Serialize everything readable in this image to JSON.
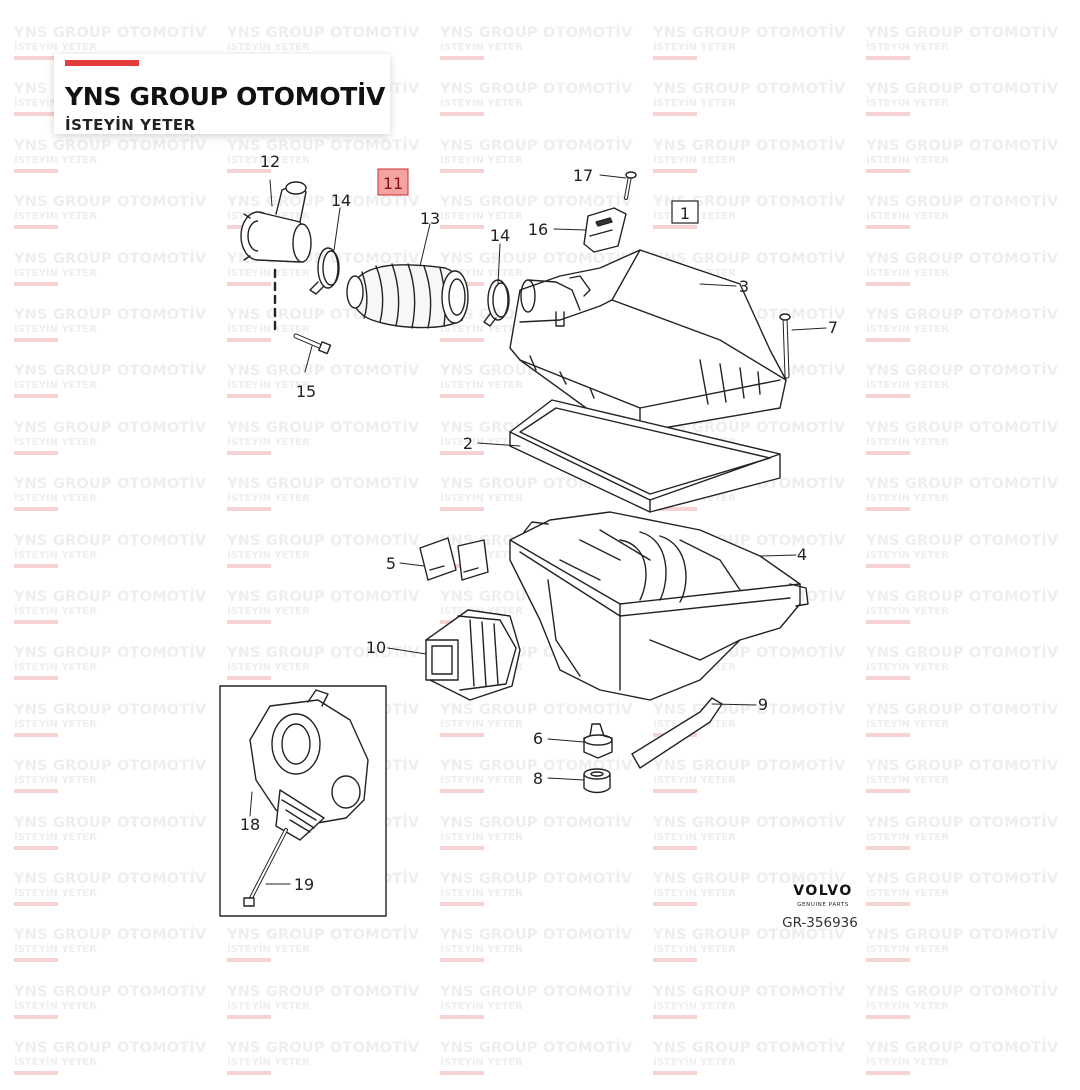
{
  "brand": {
    "name": "YNS GROUP OTOMOTİV",
    "slogan": "İSTEYİN YETER",
    "accent_color": "#e23c3c"
  },
  "watermark": {
    "line1": "YNS GROUP OTOMOTİV",
    "line2": "İSTEYİN YETER"
  },
  "diagram": {
    "part_labels": {
      "p1": "1",
      "p2": "2",
      "p3": "3",
      "p4": "4",
      "p5": "5",
      "p6": "6",
      "p7": "7",
      "p8": "8",
      "p9": "9",
      "p10": "10",
      "p11": "11",
      "p12": "12",
      "p13": "13",
      "p14a": "14",
      "p14b": "14",
      "p15": "15",
      "p16": "16",
      "p17": "17",
      "p18": "18",
      "p19": "19"
    },
    "highlighted_part": "11",
    "highlight_color": "#f4a3a3",
    "manufacturer": "VOLVO",
    "manufacturer_sub": "GENUINE PARTS",
    "reference": "GR-356936"
  }
}
